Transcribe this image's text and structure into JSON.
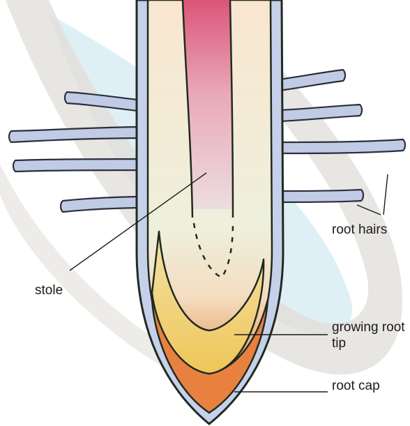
{
  "labels": {
    "stole": "stole",
    "root_hairs": "root hairs",
    "growing_root_tip": "growing root tip",
    "root_cap": "root cap"
  },
  "colors": {
    "outline": "#1f2a1f",
    "root_hair_fill": "#b8c4e0",
    "stele_top": "#e0607e",
    "stele_bottom": "#e8d0d8",
    "cortex": "#f8ead0",
    "green_zone": "#e3efd9",
    "growing_tip": "#f0d070",
    "root_cap": "#e8843c",
    "watermark_gray": "#e4e1dc",
    "watermark_blue": "#cfe9ef",
    "leader_line": "#1a1a1a"
  }
}
